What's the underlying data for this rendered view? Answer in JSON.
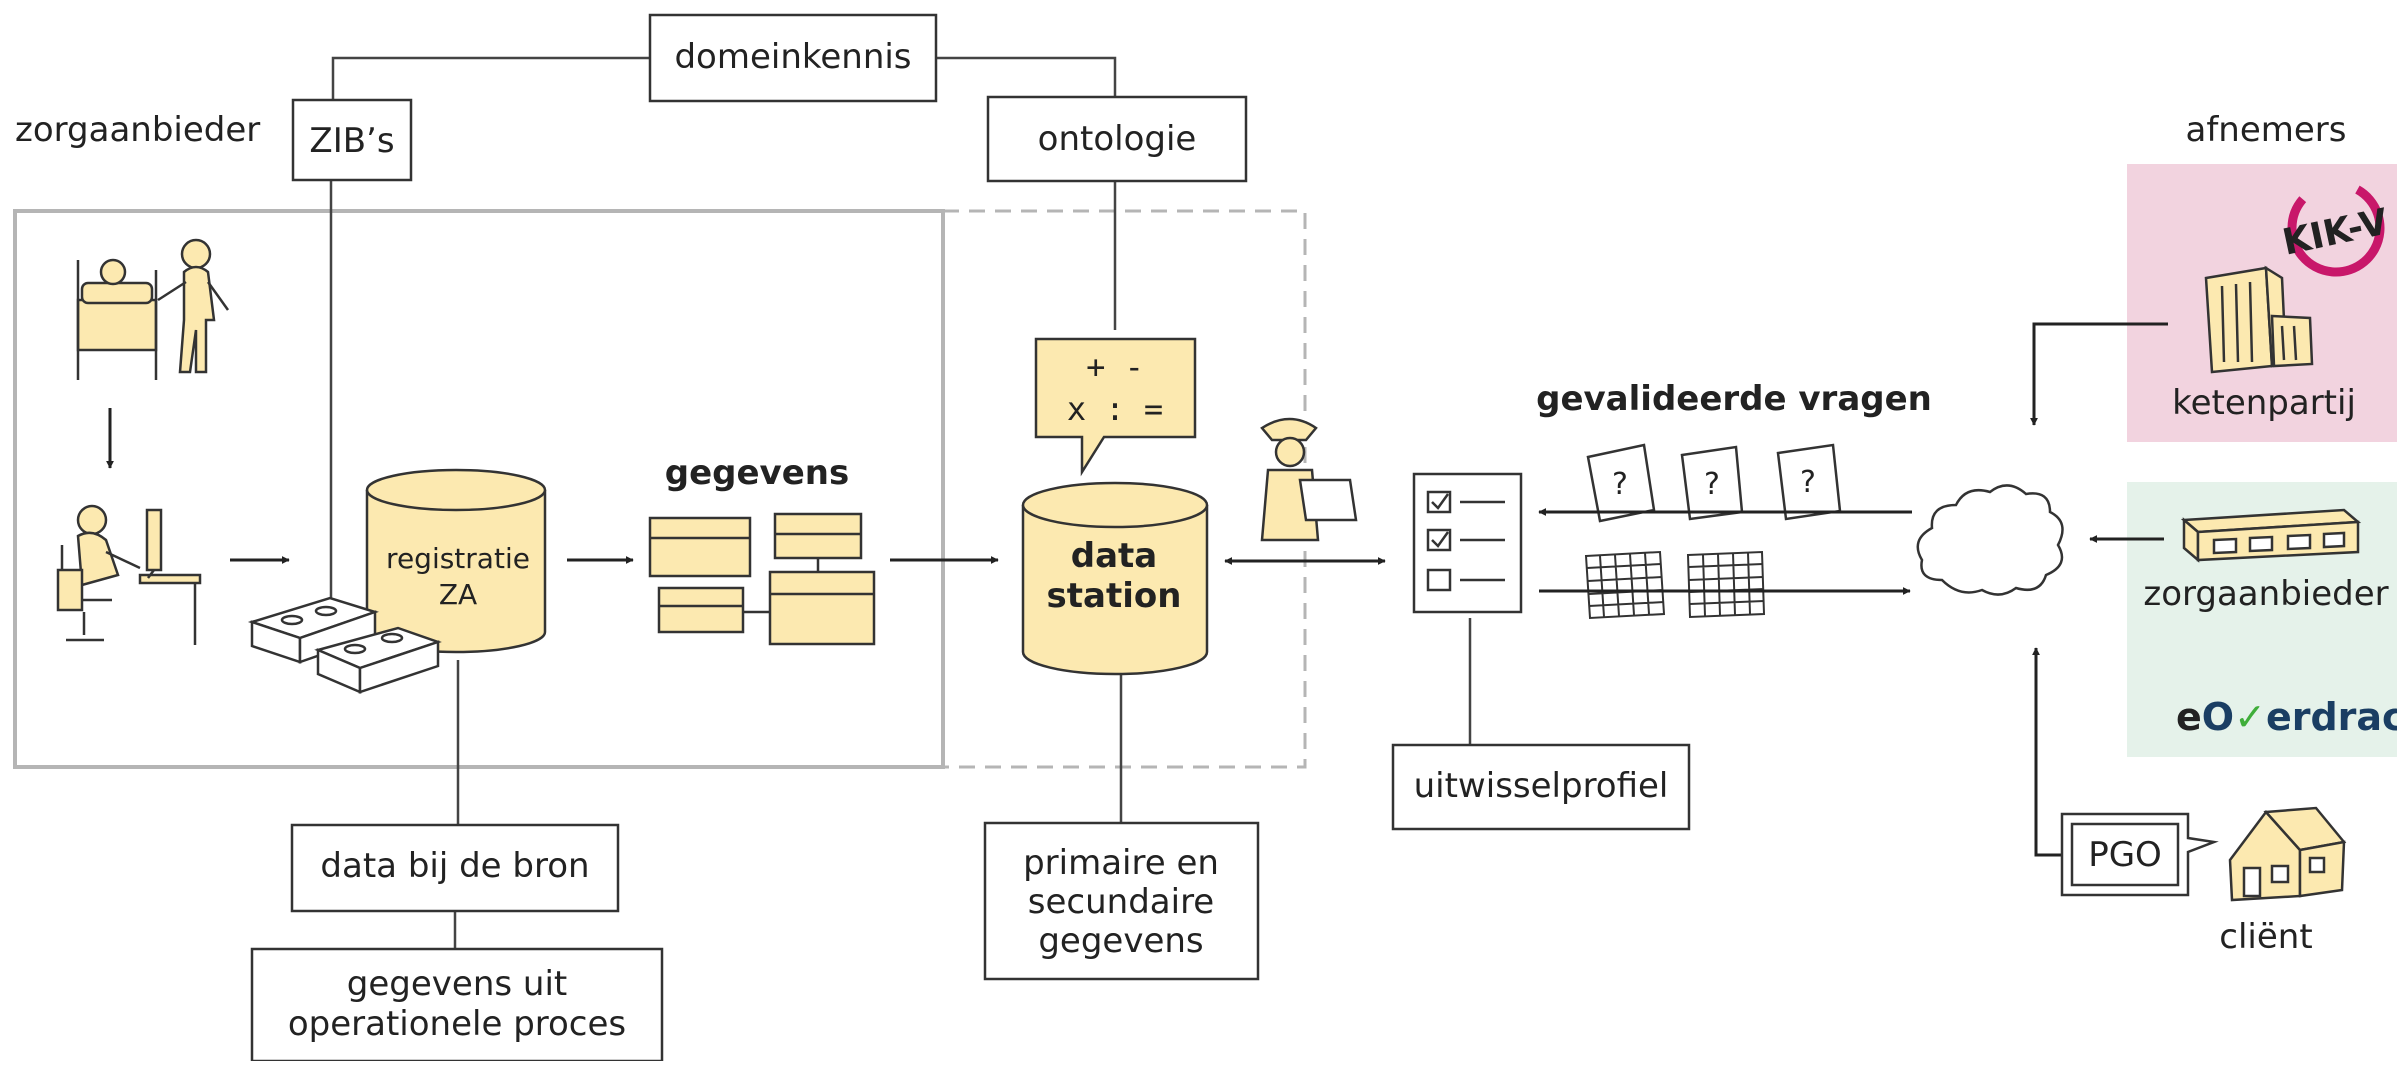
{
  "labels": {
    "domeinkennis": "domeinkennis",
    "zibs": "ZIB’s",
    "ontologie": "ontologie",
    "zorgaanbieder_left": "zorgaanbieder",
    "afnemers": "afnemers",
    "registratie": [
      "registratie",
      "ZA"
    ],
    "gegevens": "gegevens",
    "formula": [
      "+ -",
      "x : ="
    ],
    "data_station": [
      "data",
      "station"
    ],
    "gevalideerde_vragen": "gevalideerde vragen",
    "uitwisselprofiel": "uitwisselprofiel",
    "data_bij_de_bron": "data bij de bron",
    "gegevens_uit": [
      "gegevens uit",
      "operationele proces"
    ],
    "primaire": [
      "primaire en",
      "secundaire",
      "gegevens"
    ],
    "kikv_logo": "KIK-V",
    "ketenpartij": "ketenpartij",
    "zorgaanbieder_right": "zorgaanbieder",
    "eoverdracht": "eOverdracht",
    "pgo": "PGO",
    "client": "cliënt"
  },
  "icons": [
    "patient-care-icon",
    "computer-worker-icon",
    "database-cylinder-icon",
    "storage-blocks-icon",
    "data-tables-icon",
    "speech-bubble-icon",
    "inspector-icon",
    "checklist-icon",
    "question-document-icon",
    "grid-sheet-icon",
    "cloud-icon",
    "office-building-icon",
    "care-building-icon",
    "house-icon"
  ],
  "colors": {
    "fill_yellow": "#fce9b0",
    "panel_pink": "#f2d3df",
    "panel_green": "#e5f2ea",
    "kikv_red": "#c8176a",
    "eoverdracht_blue": "#1a3e63",
    "eoverdracht_green": "#3fae3a",
    "stroke": "#222222",
    "frame_gray": "#b5b5b5"
  }
}
